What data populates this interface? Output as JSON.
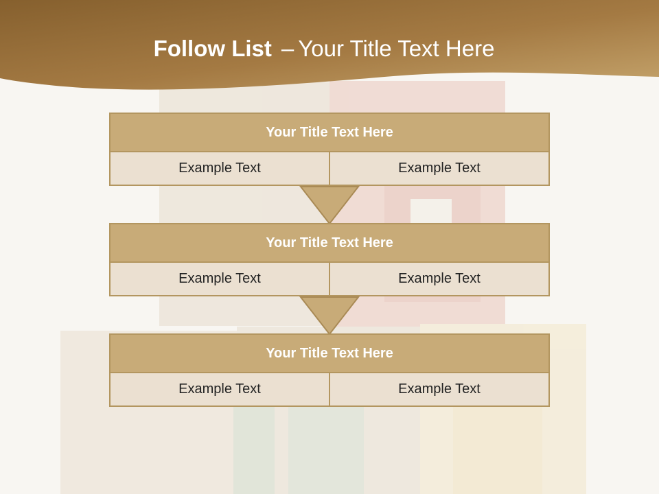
{
  "header": {
    "title_strong": "Follow List",
    "title_separator": "–",
    "title_rest": "Your Title Text Here"
  },
  "colors": {
    "header_band": "#9a6f38",
    "block_title_fill": "#c8ab78",
    "block_cell_fill": "#ebe0d1",
    "block_border": "#b39660"
  },
  "blocks": [
    {
      "title": "Your Title Text Here",
      "cells": [
        "Example Text",
        "Example Text"
      ]
    },
    {
      "title": "Your Title Text Here",
      "cells": [
        "Example Text",
        "Example Text"
      ]
    },
    {
      "title": "Your Title Text Here",
      "cells": [
        "Example Text",
        "Example Text"
      ]
    }
  ],
  "connectors": [
    "down-arrow-icon",
    "down-arrow-icon"
  ]
}
